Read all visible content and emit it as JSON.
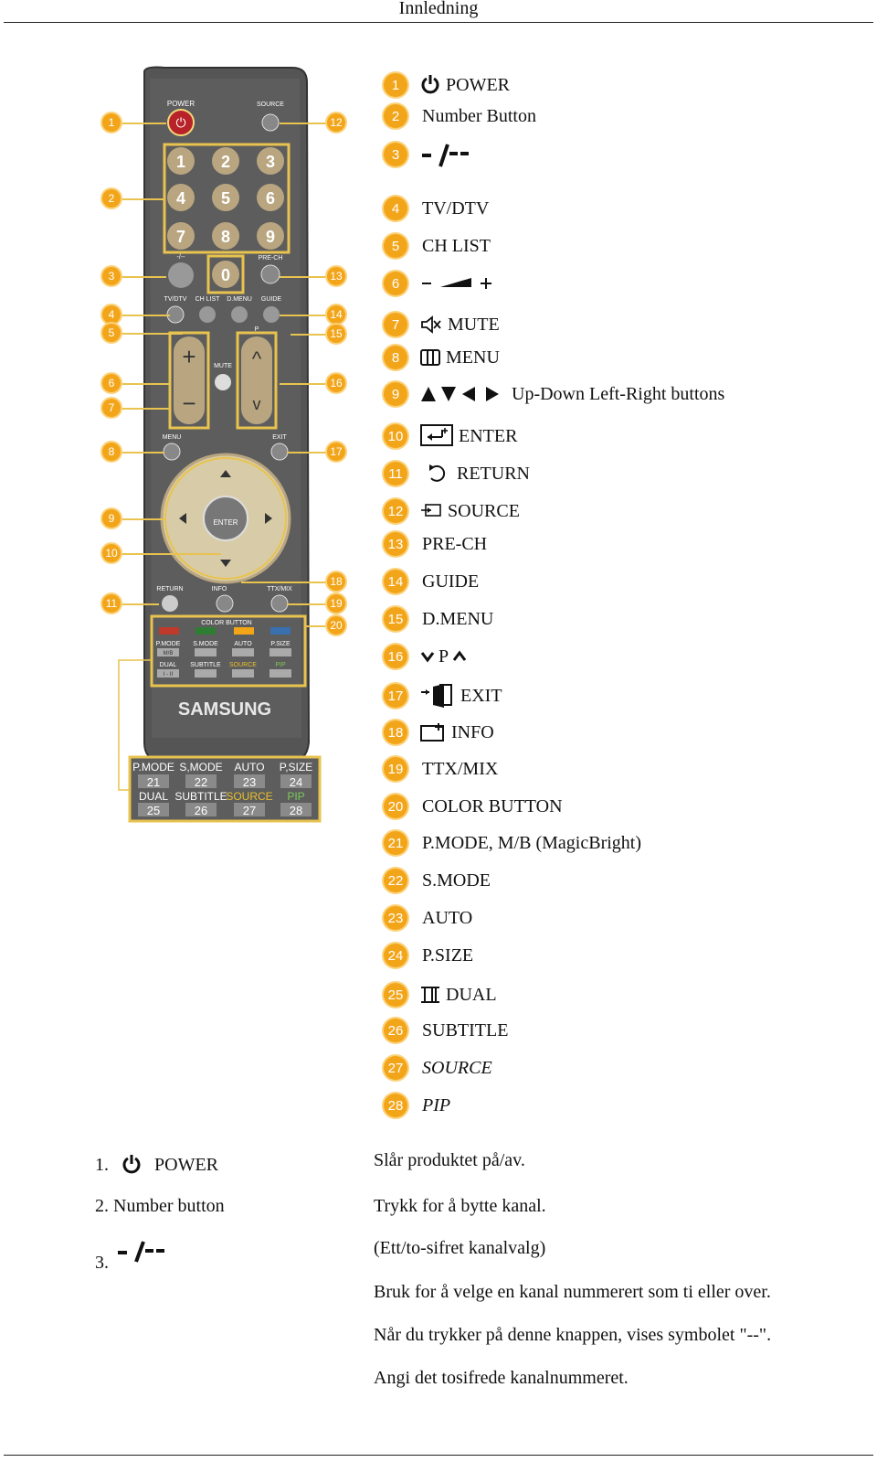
{
  "header": {
    "title": "Innledning"
  },
  "remote": {
    "labels": {
      "power": "POWER",
      "source": "SOURCE",
      "prech": "PRE-CH",
      "dash": "-/--",
      "tvdtv": "TV/DTV",
      "chlist": "CH LIST",
      "dmenu": "D.MENU",
      "guide": "GUIDE",
      "mute": "MUTE",
      "p": "P",
      "menu": "MENU",
      "exit": "EXIT",
      "enter": "ENTER",
      "return": "RETURN",
      "info": "INFO",
      "ttxmix": "TTX/MIX",
      "color_button": "COLOR BUTTON",
      "brand": "SAMSUNG",
      "digits": [
        "1",
        "2",
        "3",
        "4",
        "5",
        "6",
        "7",
        "8",
        "9",
        "0"
      ],
      "grid_top": [
        "P.MODE",
        "S.MODE",
        "AUTO",
        "P.SIZE"
      ],
      "grid_sub": [
        "M/B",
        "",
        "",
        ""
      ],
      "grid_bottom": [
        "DUAL",
        "SUBTITLE",
        "SOURCE",
        "PIP"
      ],
      "grid_bottom_sub": [
        "I - II",
        "",
        "",
        ""
      ]
    },
    "inset": {
      "top": [
        "P.MODE",
        "S,MODE",
        "AUTO",
        "P,SIZE"
      ],
      "top_nums": [
        "21",
        "22",
        "23",
        "24"
      ],
      "bottom": [
        "DUAL",
        "SUBTITLE",
        "SOURCE",
        "PIP"
      ],
      "bottom_nums": [
        "25",
        "26",
        "27",
        "28"
      ]
    },
    "callouts": [
      "1",
      "2",
      "3",
      "4",
      "5",
      "6",
      "7",
      "8",
      "9",
      "10",
      "11",
      "12",
      "13",
      "14",
      "15",
      "16",
      "17",
      "18",
      "19",
      "20"
    ]
  },
  "legend": [
    {
      "num": "1",
      "icon": "power-icon",
      "label": "POWER"
    },
    {
      "num": "2",
      "icon": "",
      "label": "Number Button"
    },
    {
      "num": "3",
      "icon": "dash-icon",
      "label": ""
    },
    {
      "num": "4",
      "icon": "",
      "label": "TV/DTV"
    },
    {
      "num": "5",
      "icon": "",
      "label": "CH LIST"
    },
    {
      "num": "6",
      "icon": "volume-icon",
      "label": ""
    },
    {
      "num": "7",
      "icon": "mute-icon",
      "label": "MUTE"
    },
    {
      "num": "8",
      "icon": "menu-icon",
      "label": "MENU"
    },
    {
      "num": "9",
      "icon": "arrows-icon",
      "label": "Up-Down Left-Right buttons"
    },
    {
      "num": "10",
      "icon": "enter-icon",
      "label": "ENTER"
    },
    {
      "num": "11",
      "icon": "return-icon",
      "label": "RETURN"
    },
    {
      "num": "12",
      "icon": "source-icon",
      "label": "SOURCE"
    },
    {
      "num": "13",
      "icon": "",
      "label": "PRE-CH"
    },
    {
      "num": "14",
      "icon": "",
      "label": "GUIDE"
    },
    {
      "num": "15",
      "icon": "",
      "label": "D.MENU"
    },
    {
      "num": "16",
      "icon": "channel-icon",
      "label": "P"
    },
    {
      "num": "17",
      "icon": "exit-icon",
      "label": "EXIT"
    },
    {
      "num": "18",
      "icon": "info-icon",
      "label": "INFO"
    },
    {
      "num": "19",
      "icon": "",
      "label": "TTX/MIX"
    },
    {
      "num": "20",
      "icon": "",
      "label": "COLOR BUTTON"
    },
    {
      "num": "21",
      "icon": "",
      "label": "P.MODE, M/B (MagicBright)"
    },
    {
      "num": "22",
      "icon": "",
      "label": "S.MODE"
    },
    {
      "num": "23",
      "icon": "",
      "label": "AUTO"
    },
    {
      "num": "24",
      "icon": "",
      "label": "P.SIZE"
    },
    {
      "num": "25",
      "icon": "dual-icon",
      "label": "DUAL"
    },
    {
      "num": "26",
      "icon": "",
      "label": "SUBTITLE"
    },
    {
      "num": "27",
      "icon": "",
      "label": "SOURCE"
    },
    {
      "num": "28",
      "icon": "",
      "label": "PIP"
    }
  ],
  "descriptions": [
    {
      "left_num": "1.",
      "left_label": "POWER",
      "right": [
        "Slår produktet på/av."
      ]
    },
    {
      "left_num": "2.",
      "left_label": "Number button",
      "right": [
        "Trykk for å bytte kanal."
      ]
    },
    {
      "left_num": "3.",
      "left_label": "",
      "right": [
        "(Ett/to-sifret kanalvalg)",
        "Bruk for å velge en kanal nummerert som ti eller over.",
        "Når du trykker på denne knappen, vises symbolet \"--\".",
        "Angi det tosifrede kanalnummeret."
      ]
    }
  ]
}
